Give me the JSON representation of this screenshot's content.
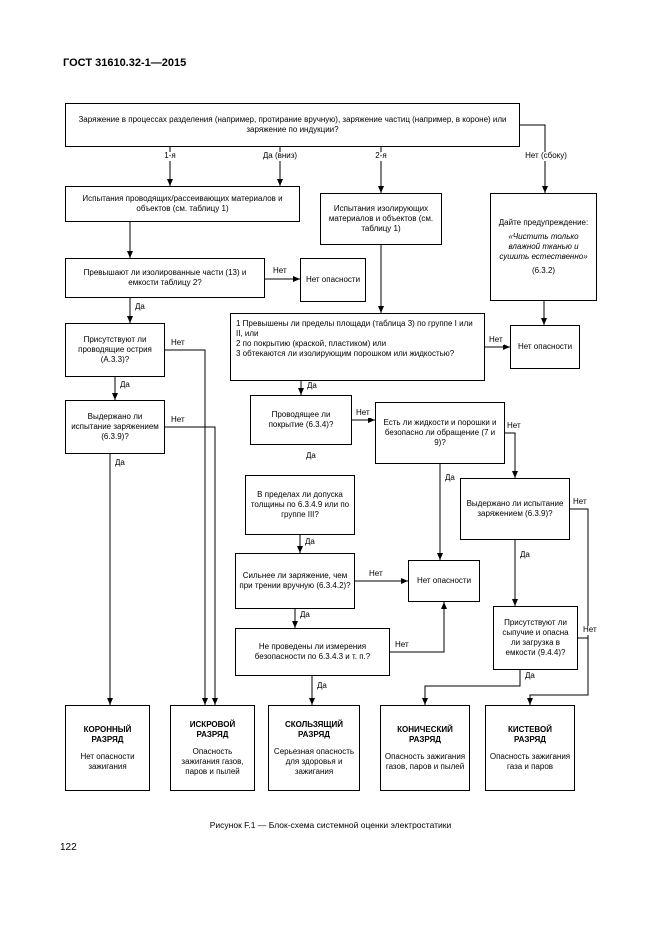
{
  "page": {
    "header": "ГОСТ 31610.32-1—2015",
    "caption": "Рисунок F.1 — Блок-схема системной оценки электростатики",
    "page_number": "122"
  },
  "labels": {
    "yes": "Да",
    "no": "Нет",
    "branch_1": "1-я",
    "branch_yes": "Да (вниз)",
    "branch_2": "2-я",
    "branch_no": "Нет (сбоку)"
  },
  "nodes": {
    "start": {
      "text": "Заряжение в процессах разделения (например, протирание вручную), заряжение частиц (например, в короне) или заряжение по индукции?"
    },
    "test_conductive": {
      "text": "Испытания проводящих/рассеивающих материалов и объектов (см. таблицу 1)"
    },
    "test_insulating": {
      "text": "Испытания изолирующих материалов и объектов (см. таблицу 1)"
    },
    "warning": {
      "prefix": "Дайте предупреждение:",
      "quote": "«Чистить только влажной тканью и сушить естественно»",
      "ref": "(6.3.2)"
    },
    "isolated_parts": {
      "text": "Превышают ли изолированные части (13) и емкости таблицу 2?"
    },
    "no_hazard_1": {
      "text": "Нет опасности"
    },
    "no_hazard_2": {
      "text": "Нет опасности"
    },
    "no_hazard_3": {
      "text": "Нет опасности"
    },
    "conductive_points": {
      "text": "Присутствуют ли проводящие острия (А.3.3)?"
    },
    "charge_test_left": {
      "text": "Выдержано ли испытание заряжением (6.3.9)?"
    },
    "area_limits": {
      "text": "1 Превышены ли пределы площади (таблица 3) по группе I или II, или\n2 по покрытию (краской, пластиком) или\n3 обтекаются ли изолирующим порошком или жидкостью?"
    },
    "conductive_coating": {
      "text": "Проводящее ли покрытие (6.3.4)?"
    },
    "liquids_powders": {
      "text": "Есть ли жидкости и порошки и безопасно ли обращение (7 и 9)?"
    },
    "thickness": {
      "text": "В пределах ли допуска толщины по 6.3.4.9 или по группе III?"
    },
    "charge_test_right": {
      "text": "Выдержано ли испытание заряжением (6.3.9)?"
    },
    "stronger_charging": {
      "text": "Сильнее ли заряжение, чем при трении вручную (6.3.4.2)?"
    },
    "bulk_loading": {
      "text": "Присутствуют ли сыпучие и опасна ли загрузка в емкости (9.4.4)?"
    },
    "safety_measurements": {
      "text": "Не проведены ли измерения безопасности по 6.3.4.3 и т. п.?"
    },
    "corona": {
      "title": "КОРОННЫЙ\nРАЗРЯД",
      "desc": "Нет опасности зажигания"
    },
    "spark": {
      "title": "ИСКРОВОЙ\nРАЗРЯД",
      "desc": "Опасность зажигания газов, паров и пылей"
    },
    "sliding": {
      "title": "СКОЛЬЗЯЩИЙ\nРАЗРЯД",
      "desc": "Серьезная опасность для здоровья и зажигания"
    },
    "cone": {
      "title": "КОНИЧЕСКИЙ\nРАЗРЯД",
      "desc": "Опасность зажигания газов, паров и пылей"
    },
    "brush": {
      "title": "КИСТЕВОЙ\nРАЗРЯД",
      "desc": "Опасность зажигания газа и паров"
    }
  }
}
